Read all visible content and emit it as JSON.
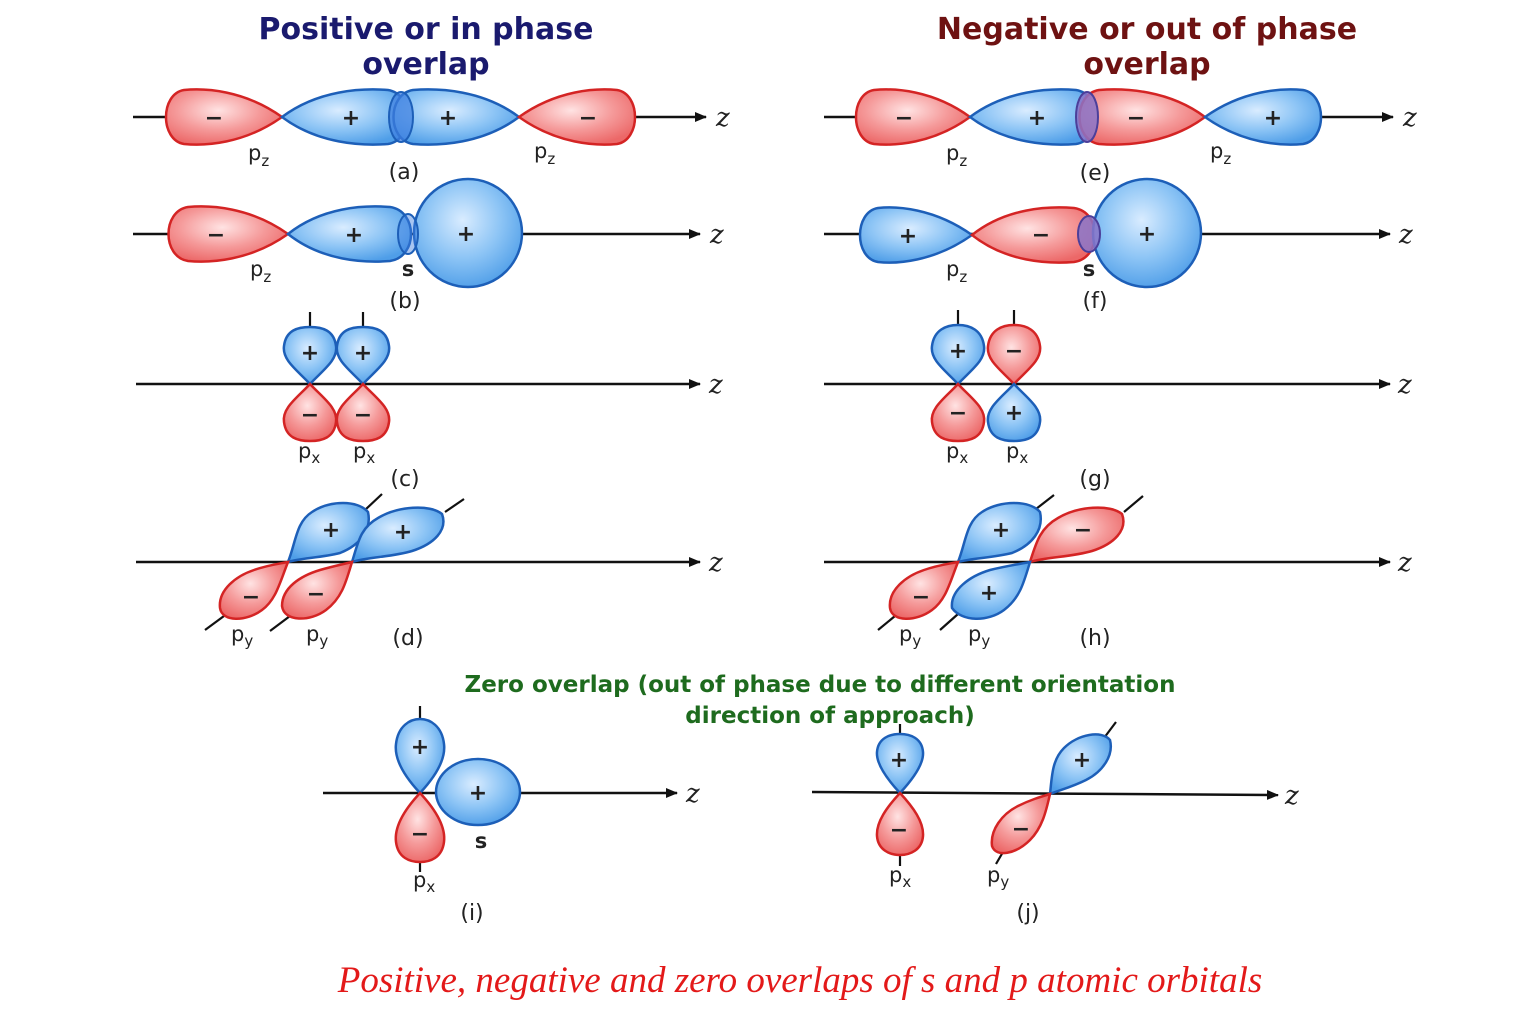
{
  "headers": {
    "positive_line1": "Positive or in phase",
    "positive_line2": "overlap",
    "negative_line1": "Negative or out of phase",
    "negative_line2": "overlap",
    "zero_line1": "Zero overlap (out of phase due to different orientation",
    "zero_line2": "direction of approach)"
  },
  "title": "Positive, negative and zero overlaps of s and p atomic orbitals",
  "axis_label": "z",
  "signs": {
    "plus": "+",
    "minus": "−"
  },
  "orbital_labels": {
    "p": "p",
    "z": "z",
    "x": "x",
    "y": "y",
    "s": "s"
  },
  "captions": {
    "a": "(a)",
    "b": "(b)",
    "c": "(c)",
    "d": "(d)",
    "e": "(e)",
    "f": "(f)",
    "g": "(g)",
    "h": "(h)",
    "i": "(i)",
    "j": "(j)"
  },
  "colors": {
    "positive_header": "#1a1a6e",
    "negative_header": "#6e1212",
    "zero_header": "#1e6b1e",
    "title": "#e31919",
    "positive_lobe": "#6fb4f0",
    "negative_lobe": "#f07a7a"
  }
}
